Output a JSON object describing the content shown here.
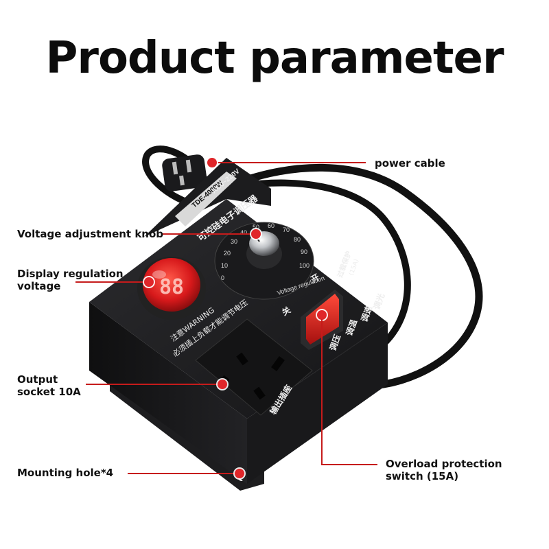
{
  "title": "Product parameter",
  "colors": {
    "callout_red": "#e0262a",
    "leader_red": "#c61b1b",
    "device_body": "#1b1b1d",
    "display_red": "#e11b1b"
  },
  "device": {
    "panel_text_model": "TDE-4000W",
    "panel_text_voltage": "AC0~220V",
    "panel_text_chinese": "可控硅电子调压器",
    "dial_label": "Voltage regulation",
    "dial_scale": [
      "0",
      "10",
      "20",
      "30",
      "40",
      "50",
      "60",
      "70",
      "80",
      "90",
      "100"
    ],
    "display_readout": "88",
    "warning_text": "注意WARNING",
    "warning_sub": "必须插上负载才能调节电压",
    "socket_label": "输出插座",
    "switch_labels": [
      "关",
      "开"
    ],
    "switch_mode_labels": [
      "调压",
      "调温",
      "调速",
      "调光"
    ],
    "overload_label": "过载保护",
    "overload_rating": "(15A)"
  },
  "callouts": [
    {
      "id": "power-cable",
      "lines": [
        "power cable"
      ]
    },
    {
      "id": "voltage-knob",
      "lines": [
        "Voltage adjustment knob"
      ]
    },
    {
      "id": "display",
      "lines": [
        "Display regulation",
        "voltage"
      ]
    },
    {
      "id": "output-socket",
      "lines": [
        "Output",
        "socket 10A"
      ]
    },
    {
      "id": "mounting-hole",
      "lines": [
        "Mounting hole*4"
      ]
    },
    {
      "id": "overload-switch",
      "lines": [
        "Overload protection",
        "switch (15A)"
      ]
    }
  ]
}
